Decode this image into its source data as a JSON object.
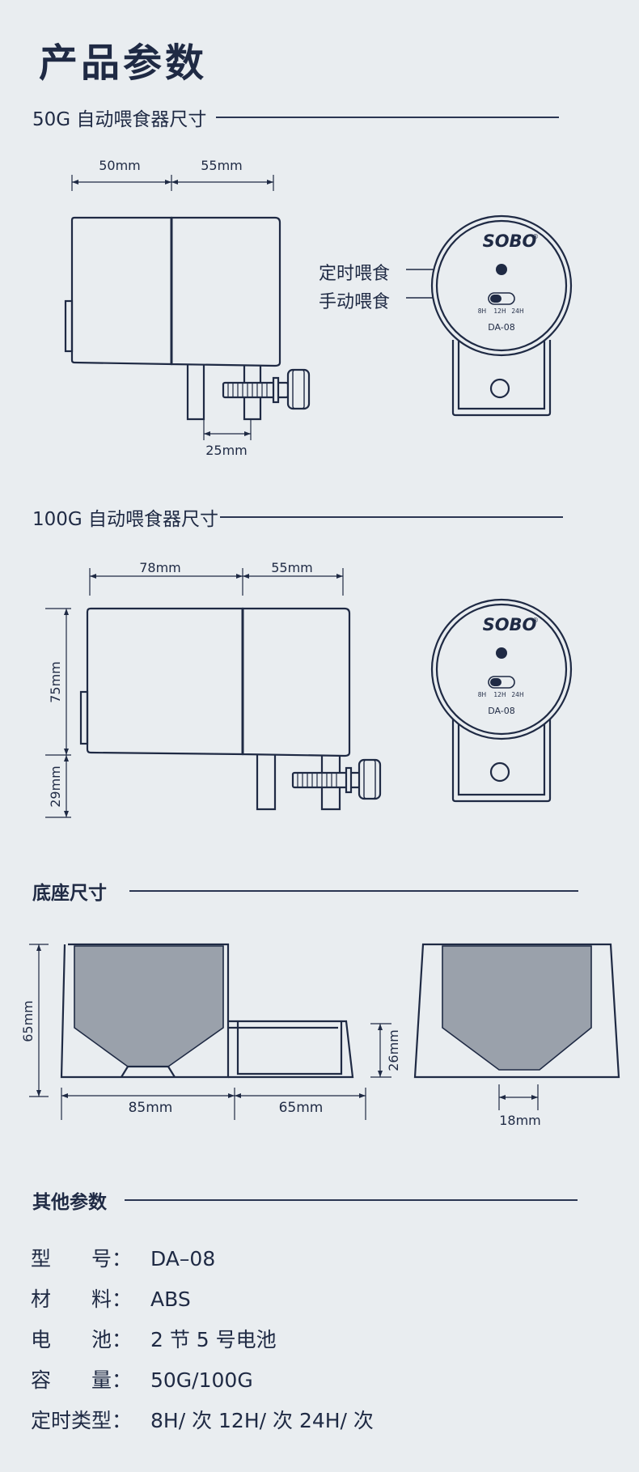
{
  "page_title": "产品参数",
  "sections": {
    "feeder50": {
      "heading": "50G 自动喂食器尺寸"
    },
    "feeder100": {
      "heading": "100G 自动喂食器尺寸"
    },
    "base": {
      "heading": "底座尺寸"
    },
    "other": {
      "heading": "其他参数"
    }
  },
  "feeder50": {
    "dim_top_left": "50mm",
    "dim_top_right": "55mm",
    "dim_bottom": "25mm",
    "label_timed": "定时喂食",
    "label_manual": "手动喂食"
  },
  "feeder100": {
    "dim_top_left": "78mm",
    "dim_top_right": "55mm",
    "dim_height": "75mm",
    "dim_leg": "29mm"
  },
  "device_face": {
    "brand": "SOBO",
    "registered": "®",
    "model": "DA-08",
    "switch_labels": [
      "8H",
      "12H",
      "24H"
    ]
  },
  "base": {
    "dim_height": "65mm",
    "dim_width_left": "85mm",
    "dim_width_right": "65mm",
    "dim_tray_height": "26mm",
    "dim_bottom": "18mm"
  },
  "specs": [
    {
      "label": "型　　号：",
      "value": "DA–08"
    },
    {
      "label": "材　　料：",
      "value": "ABS"
    },
    {
      "label": "电　　池：",
      "value": "2 节 5 号电池"
    },
    {
      "label": "容　　量：",
      "value": "50G/100G"
    },
    {
      "label": "定时类型：",
      "value": "8H/ 次 12H/ 次 24H/ 次"
    }
  ],
  "colors": {
    "ink": "#1f2a44",
    "background": "#e9edf0",
    "hopper_fill": "#9aa1ab"
  }
}
